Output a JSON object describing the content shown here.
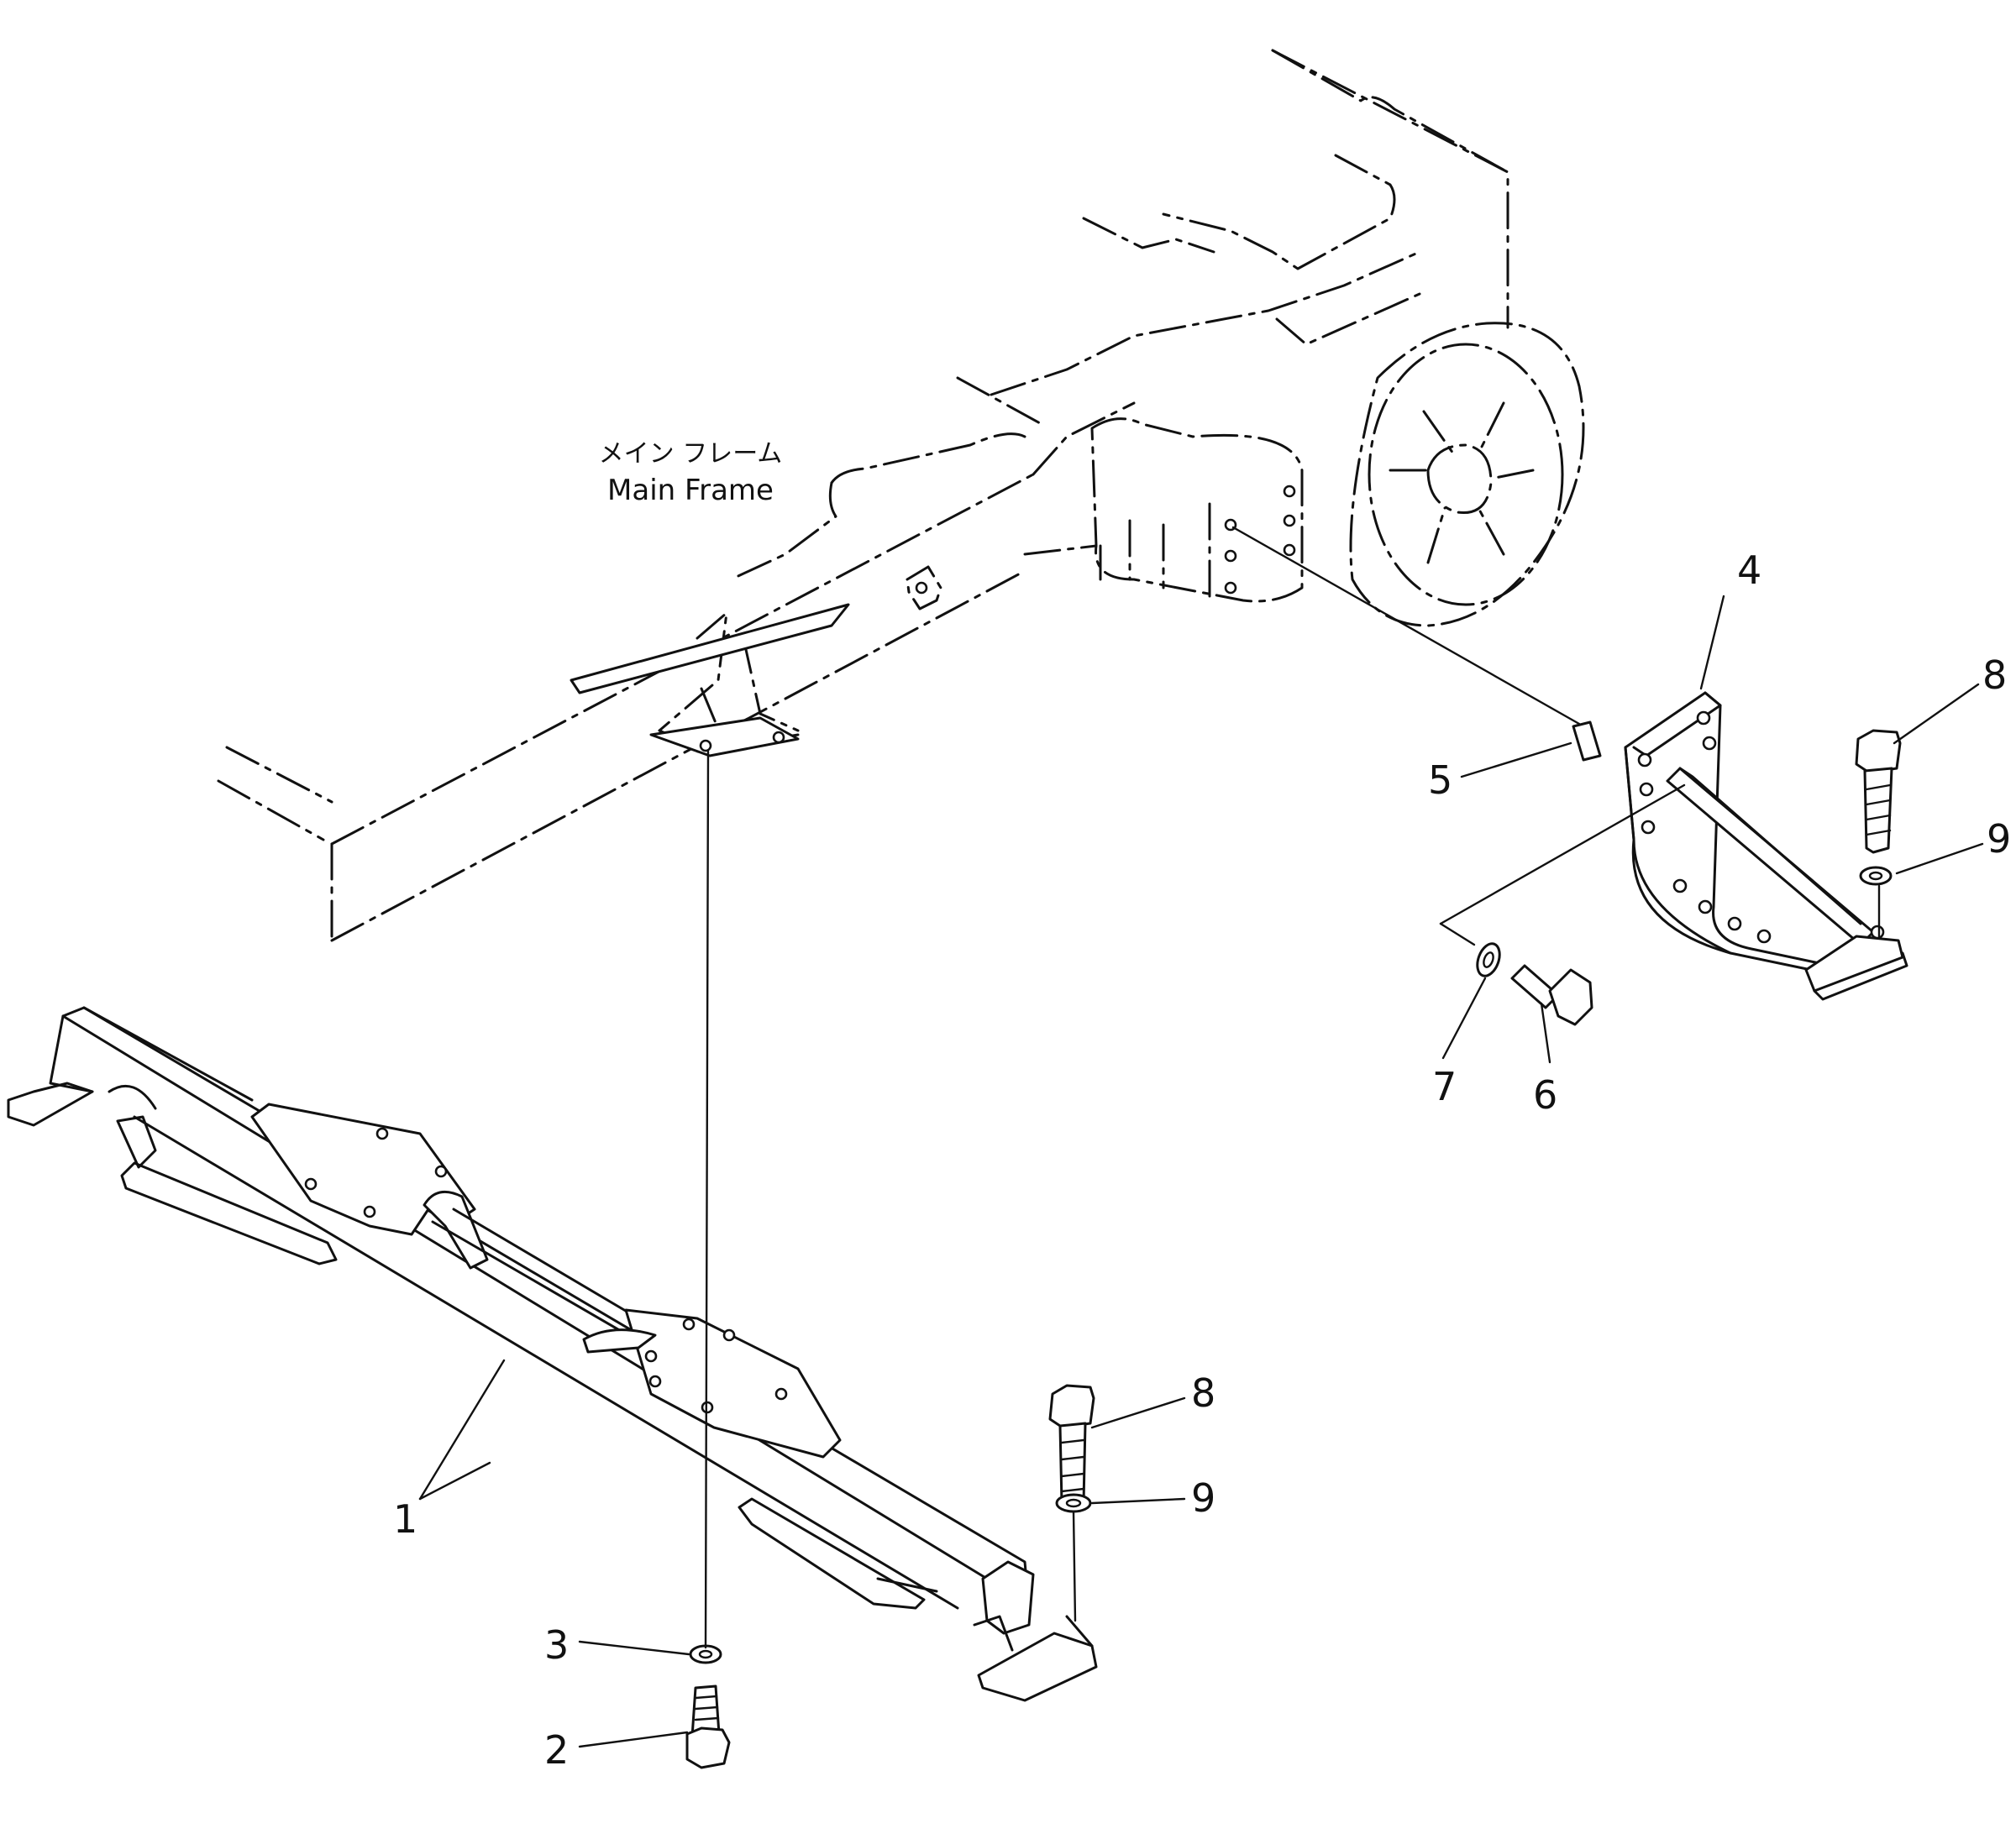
{
  "main_frame_label": {
    "japanese": "メイン フレーム",
    "english": "Main Frame"
  },
  "callouts": {
    "c1": "1",
    "c2": "2",
    "c3": "3",
    "c4": "4",
    "c5": "5",
    "c6": "6",
    "c7": "7",
    "c8_top": "8",
    "c9_top": "9",
    "c8_bottom": "8",
    "c9_bottom": "9"
  }
}
